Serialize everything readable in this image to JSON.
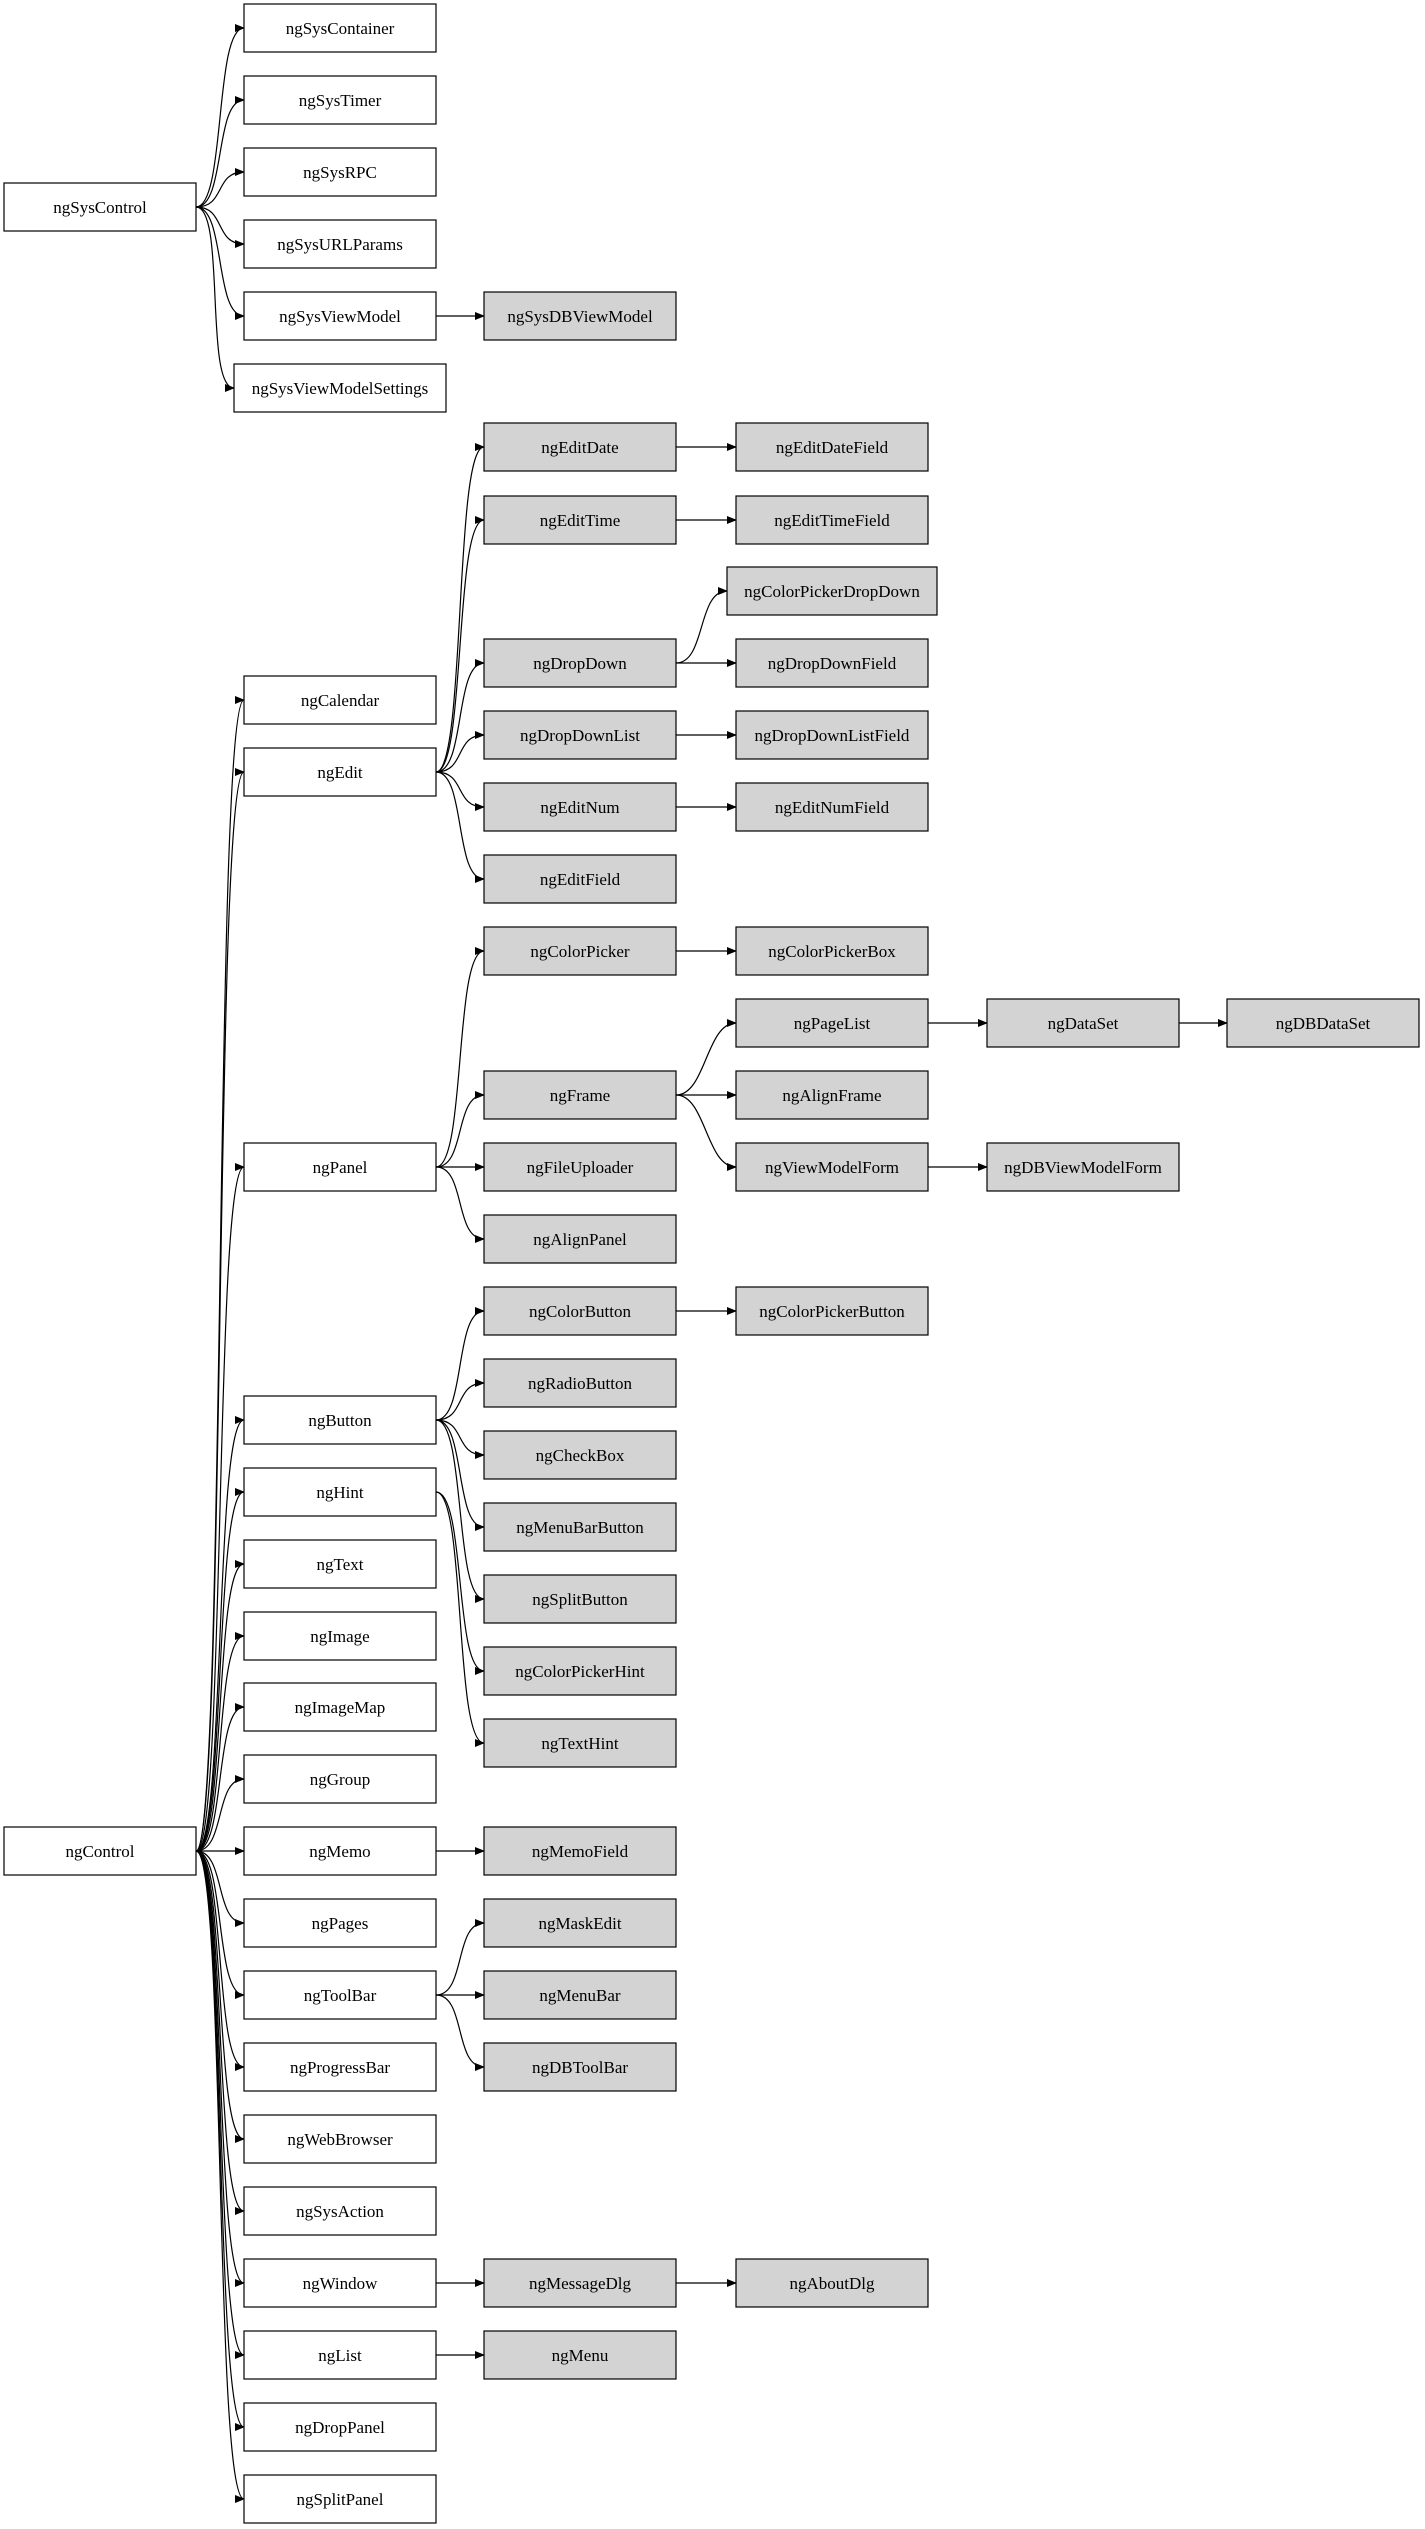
{
  "colors": {
    "base_class_fill": "#ffffff",
    "derived_class_fill": "#d3d3d3",
    "stroke": "#000000",
    "text": "#000000"
  },
  "nodes": [
    {
      "id": "ngSysControl",
      "label": "ngSysControl",
      "shaded": false
    },
    {
      "id": "ngSysContainer",
      "label": "ngSysContainer",
      "shaded": false
    },
    {
      "id": "ngSysTimer",
      "label": "ngSysTimer",
      "shaded": false
    },
    {
      "id": "ngSysRPC",
      "label": "ngSysRPC",
      "shaded": false
    },
    {
      "id": "ngSysURLParams",
      "label": "ngSysURLParams",
      "shaded": false
    },
    {
      "id": "ngSysViewModel",
      "label": "ngSysViewModel",
      "shaded": false
    },
    {
      "id": "ngSysDBViewModel",
      "label": "ngSysDBViewModel",
      "shaded": true
    },
    {
      "id": "ngSysViewModelSettings",
      "label": "ngSysViewModelSettings",
      "shaded": false
    },
    {
      "id": "ngControl",
      "label": "ngControl",
      "shaded": false
    },
    {
      "id": "ngCalendar",
      "label": "ngCalendar",
      "shaded": false
    },
    {
      "id": "ngEdit",
      "label": "ngEdit",
      "shaded": false
    },
    {
      "id": "ngPanel",
      "label": "ngPanel",
      "shaded": false
    },
    {
      "id": "ngButton",
      "label": "ngButton",
      "shaded": false
    },
    {
      "id": "ngHint",
      "label": "ngHint",
      "shaded": false
    },
    {
      "id": "ngText",
      "label": "ngText",
      "shaded": false
    },
    {
      "id": "ngImage",
      "label": "ngImage",
      "shaded": false
    },
    {
      "id": "ngImageMap",
      "label": "ngImageMap",
      "shaded": false
    },
    {
      "id": "ngGroup",
      "label": "ngGroup",
      "shaded": false
    },
    {
      "id": "ngMemo",
      "label": "ngMemo",
      "shaded": false
    },
    {
      "id": "ngPages",
      "label": "ngPages",
      "shaded": false
    },
    {
      "id": "ngToolBar",
      "label": "ngToolBar",
      "shaded": false
    },
    {
      "id": "ngProgressBar",
      "label": "ngProgressBar",
      "shaded": false
    },
    {
      "id": "ngWebBrowser",
      "label": "ngWebBrowser",
      "shaded": false
    },
    {
      "id": "ngSysAction",
      "label": "ngSysAction",
      "shaded": false
    },
    {
      "id": "ngWindow",
      "label": "ngWindow",
      "shaded": false
    },
    {
      "id": "ngList",
      "label": "ngList",
      "shaded": false
    },
    {
      "id": "ngDropPanel",
      "label": "ngDropPanel",
      "shaded": false
    },
    {
      "id": "ngSplitPanel",
      "label": "ngSplitPanel",
      "shaded": false
    },
    {
      "id": "ngEditDate",
      "label": "ngEditDate",
      "shaded": true
    },
    {
      "id": "ngEditTime",
      "label": "ngEditTime",
      "shaded": true
    },
    {
      "id": "ngDropDown",
      "label": "ngDropDown",
      "shaded": true
    },
    {
      "id": "ngDropDownList",
      "label": "ngDropDownList",
      "shaded": true
    },
    {
      "id": "ngEditNum",
      "label": "ngEditNum",
      "shaded": true
    },
    {
      "id": "ngEditField",
      "label": "ngEditField",
      "shaded": true
    },
    {
      "id": "ngColorPicker",
      "label": "ngColorPicker",
      "shaded": true
    },
    {
      "id": "ngFrame",
      "label": "ngFrame",
      "shaded": true
    },
    {
      "id": "ngFileUploader",
      "label": "ngFileUploader",
      "shaded": true
    },
    {
      "id": "ngAlignPanel",
      "label": "ngAlignPanel",
      "shaded": true
    },
    {
      "id": "ngColorButton",
      "label": "ngColorButton",
      "shaded": true
    },
    {
      "id": "ngRadioButton",
      "label": "ngRadioButton",
      "shaded": true
    },
    {
      "id": "ngCheckBox",
      "label": "ngCheckBox",
      "shaded": true
    },
    {
      "id": "ngMenuBarButton",
      "label": "ngMenuBarButton",
      "shaded": true
    },
    {
      "id": "ngSplitButton",
      "label": "ngSplitButton",
      "shaded": true
    },
    {
      "id": "ngColorPickerHint",
      "label": "ngColorPickerHint",
      "shaded": true
    },
    {
      "id": "ngTextHint",
      "label": "ngTextHint",
      "shaded": true
    },
    {
      "id": "ngMemoField",
      "label": "ngMemoField",
      "shaded": true
    },
    {
      "id": "ngMaskEdit",
      "label": "ngMaskEdit",
      "shaded": true
    },
    {
      "id": "ngMenuBar",
      "label": "ngMenuBar",
      "shaded": true
    },
    {
      "id": "ngDBToolBar",
      "label": "ngDBToolBar",
      "shaded": true
    },
    {
      "id": "ngMessageDlg",
      "label": "ngMessageDlg",
      "shaded": true
    },
    {
      "id": "ngMenu",
      "label": "ngMenu",
      "shaded": true
    },
    {
      "id": "ngEditDateField",
      "label": "ngEditDateField",
      "shaded": true
    },
    {
      "id": "ngEditTimeField",
      "label": "ngEditTimeField",
      "shaded": true
    },
    {
      "id": "ngColorPickerDropDown",
      "label": "ngColorPickerDropDown",
      "shaded": true
    },
    {
      "id": "ngDropDownField",
      "label": "ngDropDownField",
      "shaded": true
    },
    {
      "id": "ngDropDownListField",
      "label": "ngDropDownListField",
      "shaded": true
    },
    {
      "id": "ngEditNumField",
      "label": "ngEditNumField",
      "shaded": true
    },
    {
      "id": "ngColorPickerBox",
      "label": "ngColorPickerBox",
      "shaded": true
    },
    {
      "id": "ngPageList",
      "label": "ngPageList",
      "shaded": true
    },
    {
      "id": "ngAlignFrame",
      "label": "ngAlignFrame",
      "shaded": true
    },
    {
      "id": "ngViewModelForm",
      "label": "ngViewModelForm",
      "shaded": true
    },
    {
      "id": "ngColorPickerButton",
      "label": "ngColorPickerButton",
      "shaded": true
    },
    {
      "id": "ngAboutDlg",
      "label": "ngAboutDlg",
      "shaded": true
    },
    {
      "id": "ngDataSet",
      "label": "ngDataSet",
      "shaded": true
    },
    {
      "id": "ngDBViewModelForm",
      "label": "ngDBViewModelForm",
      "shaded": true
    },
    {
      "id": "ngDBDataSet",
      "label": "ngDBDataSet",
      "shaded": true
    }
  ],
  "edges": [
    [
      "ngSysControl",
      "ngSysContainer"
    ],
    [
      "ngSysControl",
      "ngSysTimer"
    ],
    [
      "ngSysControl",
      "ngSysRPC"
    ],
    [
      "ngSysControl",
      "ngSysURLParams"
    ],
    [
      "ngSysControl",
      "ngSysViewModel"
    ],
    [
      "ngSysControl",
      "ngSysViewModelSettings"
    ],
    [
      "ngSysViewModel",
      "ngSysDBViewModel"
    ],
    [
      "ngControl",
      "ngCalendar"
    ],
    [
      "ngControl",
      "ngEdit"
    ],
    [
      "ngControl",
      "ngPanel"
    ],
    [
      "ngControl",
      "ngButton"
    ],
    [
      "ngControl",
      "ngHint"
    ],
    [
      "ngControl",
      "ngText"
    ],
    [
      "ngControl",
      "ngImage"
    ],
    [
      "ngControl",
      "ngImageMap"
    ],
    [
      "ngControl",
      "ngGroup"
    ],
    [
      "ngControl",
      "ngMemo"
    ],
    [
      "ngControl",
      "ngPages"
    ],
    [
      "ngControl",
      "ngToolBar"
    ],
    [
      "ngControl",
      "ngProgressBar"
    ],
    [
      "ngControl",
      "ngWebBrowser"
    ],
    [
      "ngControl",
      "ngSysAction"
    ],
    [
      "ngControl",
      "ngWindow"
    ],
    [
      "ngControl",
      "ngList"
    ],
    [
      "ngControl",
      "ngDropPanel"
    ],
    [
      "ngControl",
      "ngSplitPanel"
    ],
    [
      "ngEdit",
      "ngEditDate"
    ],
    [
      "ngEdit",
      "ngEditTime"
    ],
    [
      "ngEdit",
      "ngDropDown"
    ],
    [
      "ngEdit",
      "ngDropDownList"
    ],
    [
      "ngEdit",
      "ngEditNum"
    ],
    [
      "ngEdit",
      "ngEditField"
    ],
    [
      "ngEditDate",
      "ngEditDateField"
    ],
    [
      "ngEditTime",
      "ngEditTimeField"
    ],
    [
      "ngDropDown",
      "ngColorPickerDropDown"
    ],
    [
      "ngDropDown",
      "ngDropDownField"
    ],
    [
      "ngDropDownList",
      "ngDropDownListField"
    ],
    [
      "ngEditNum",
      "ngEditNumField"
    ],
    [
      "ngPanel",
      "ngColorPicker"
    ],
    [
      "ngPanel",
      "ngFrame"
    ],
    [
      "ngPanel",
      "ngFileUploader"
    ],
    [
      "ngPanel",
      "ngAlignPanel"
    ],
    [
      "ngColorPicker",
      "ngColorPickerBox"
    ],
    [
      "ngFrame",
      "ngPageList"
    ],
    [
      "ngFrame",
      "ngAlignFrame"
    ],
    [
      "ngFrame",
      "ngViewModelForm"
    ],
    [
      "ngPageList",
      "ngDataSet"
    ],
    [
      "ngDataSet",
      "ngDBDataSet"
    ],
    [
      "ngViewModelForm",
      "ngDBViewModelForm"
    ],
    [
      "ngButton",
      "ngColorButton"
    ],
    [
      "ngButton",
      "ngRadioButton"
    ],
    [
      "ngButton",
      "ngCheckBox"
    ],
    [
      "ngButton",
      "ngMenuBarButton"
    ],
    [
      "ngButton",
      "ngSplitButton"
    ],
    [
      "ngColorButton",
      "ngColorPickerButton"
    ],
    [
      "ngHint",
      "ngColorPickerHint"
    ],
    [
      "ngHint",
      "ngTextHint"
    ],
    [
      "ngMemo",
      "ngMemoField"
    ],
    [
      "ngToolBar",
      "ngMaskEdit"
    ],
    [
      "ngToolBar",
      "ngMenuBar"
    ],
    [
      "ngToolBar",
      "ngDBToolBar"
    ],
    [
      "ngWindow",
      "ngMessageDlg"
    ],
    [
      "ngMessageDlg",
      "ngAboutDlg"
    ],
    [
      "ngList",
      "ngMenu"
    ]
  ]
}
